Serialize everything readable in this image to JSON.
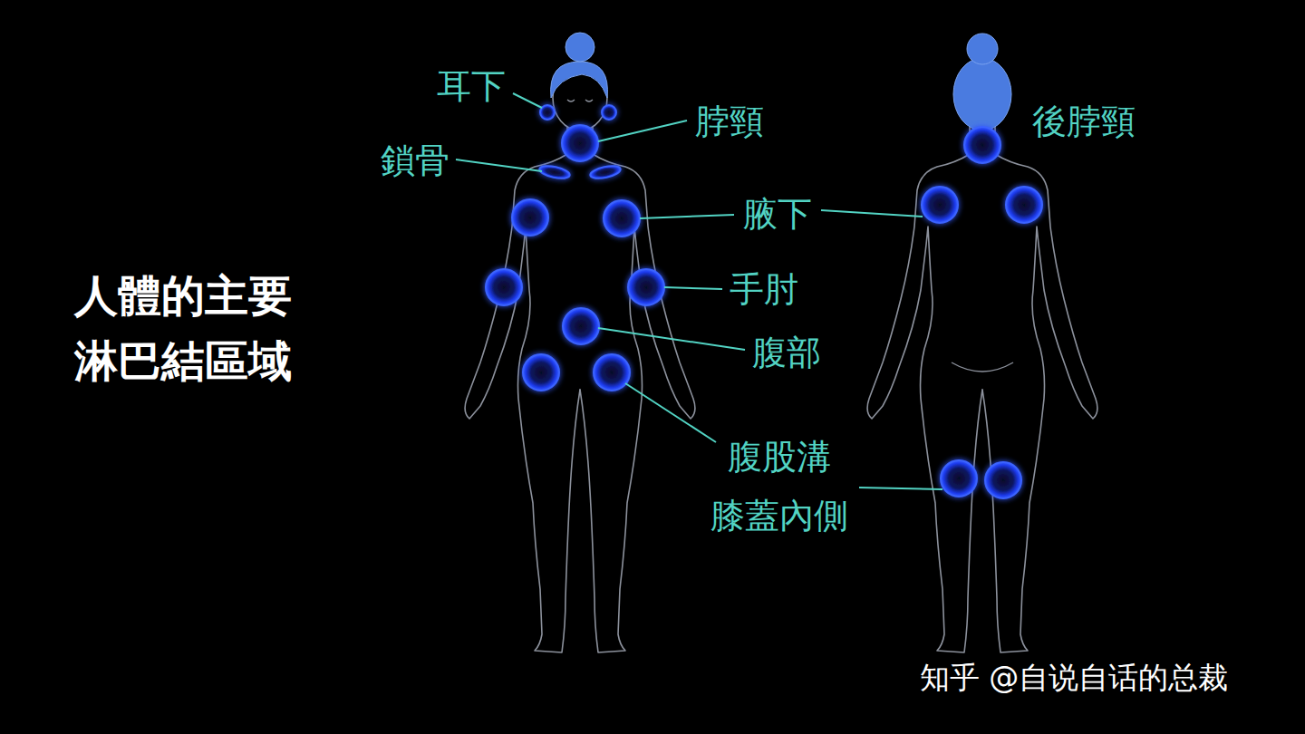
{
  "diagram": {
    "title": "人體的主要 淋巴結區域",
    "labels": [
      "耳下",
      "脖頸",
      "鎖骨",
      "腋下",
      "手肘",
      "腹部",
      "腹股溝",
      "膝蓋內側",
      "後脖頸",
      "知乎 @自说自话的总裁"
    ]
  }
}
